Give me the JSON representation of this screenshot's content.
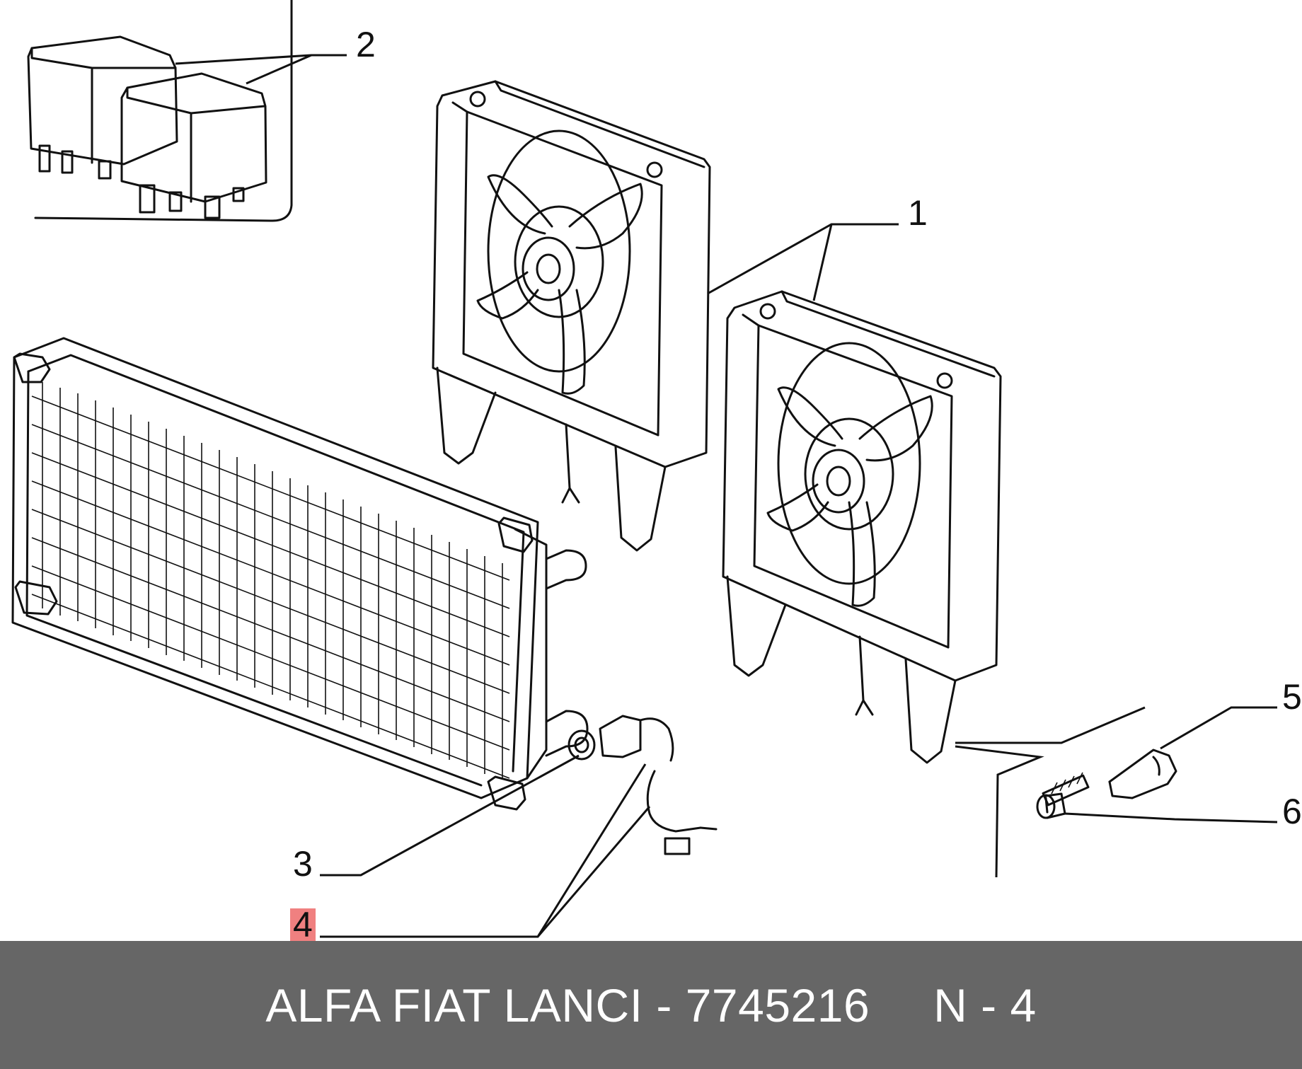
{
  "callouts": {
    "c1": "1",
    "c2": "2",
    "c3": "3",
    "c4": "4",
    "c5": "5",
    "c6": "6"
  },
  "highlight_color": "#f08080",
  "footer": {
    "part_text": "ALFA FIAT LANCI - 7745216",
    "ref_text": "N - 4"
  }
}
